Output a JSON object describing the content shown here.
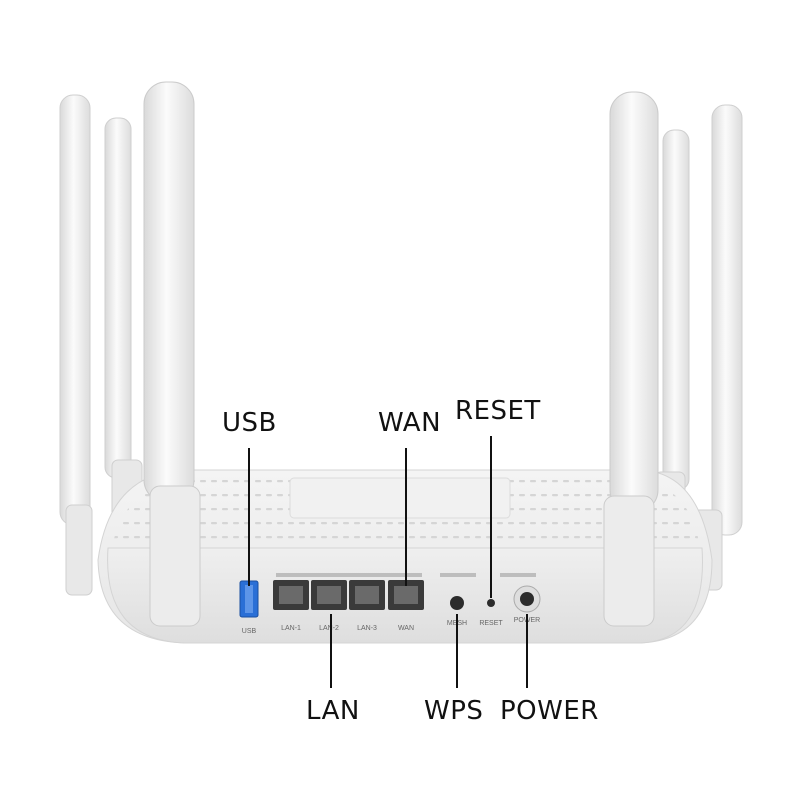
{
  "callouts": {
    "usb": "USB",
    "wan": "WAN",
    "reset": "RESET",
    "lan": "LAN",
    "wps": "WPS",
    "power": "POWER"
  },
  "port_labels": {
    "usb": "USB",
    "lan1": "LAN-1",
    "lan2": "LAN-2",
    "lan3": "LAN-3",
    "wan": "WAN",
    "mesh": "MESH",
    "reset": "RESET",
    "power": "POWER"
  },
  "colors": {
    "background": "#ffffff",
    "housing": "#ededed",
    "usb_port": "#2a6fd6",
    "ethernet_port": "#3a3a3a"
  }
}
